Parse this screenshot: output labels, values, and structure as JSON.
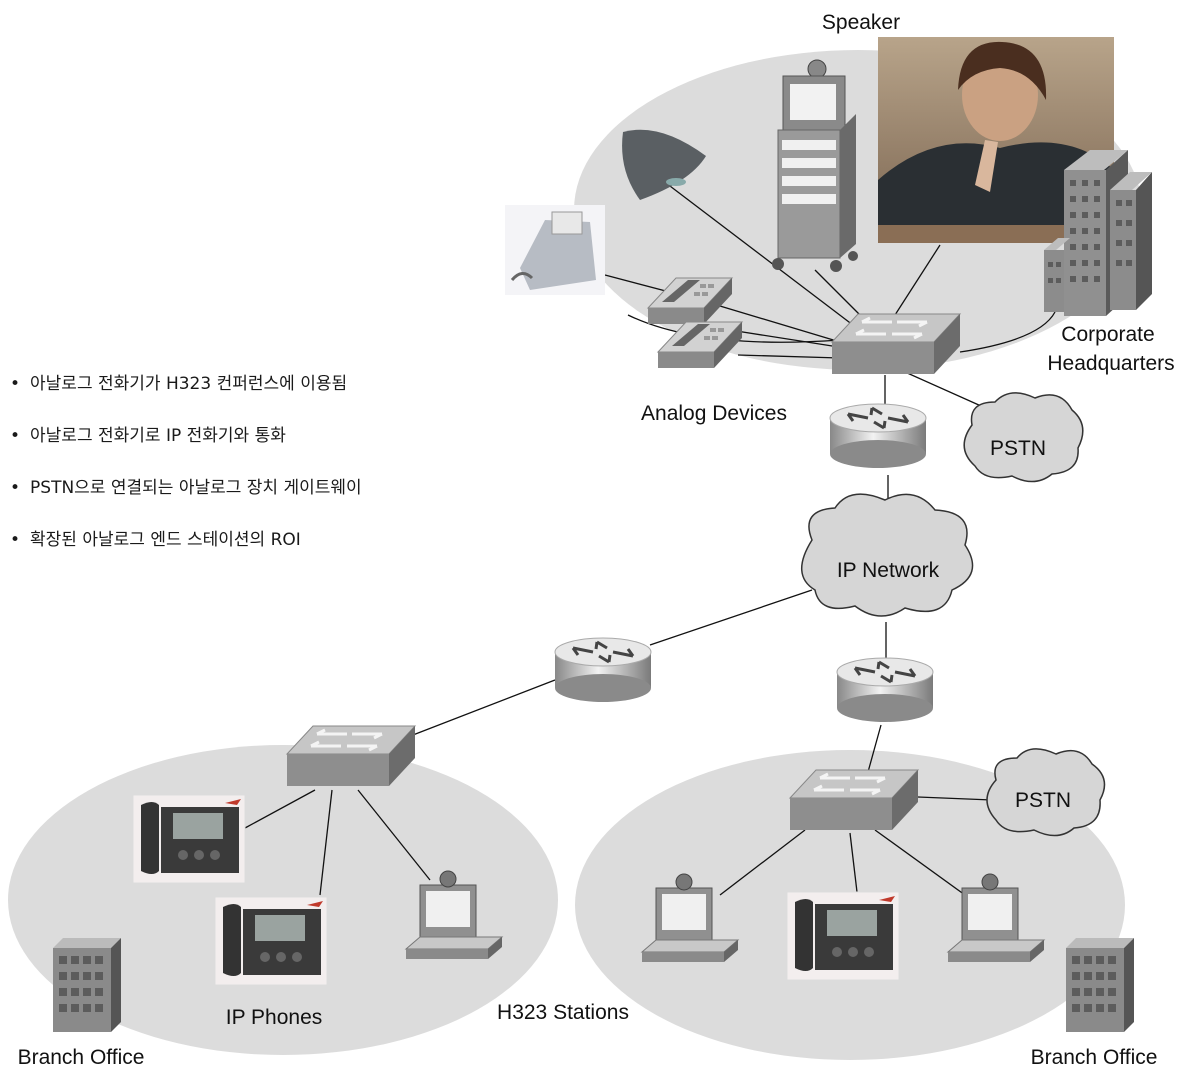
{
  "bullets": [
    "아날로그 전화기가 H323 컨퍼런스에 이용됨",
    "아날로그 전화기로 IP 전화기와 통화",
    "PSTN으로 연결되는 아날로그 장치 게이트웨이",
    "확장된 아날로그 엔드 스테이션의 ROI"
  ],
  "labels": {
    "speaker": "Speaker",
    "corporate_l1": "Corporate",
    "corporate_l2": "Headquarters",
    "analog_devices": "Analog Devices",
    "pstn_top": "PSTN",
    "ip_network": "IP Network",
    "pstn_bottom": "PSTN",
    "ip_phones": "IP Phones",
    "h323_stations": "H323 Stations",
    "branch_office_left": "Branch Office",
    "branch_office_right": "Branch Office"
  },
  "colors": {
    "zone_fill": "#dcdcdc",
    "device_gray": "#8c8c8c",
    "cloud_fill": "#d6d6d6",
    "accent_red": "#c0392b"
  }
}
